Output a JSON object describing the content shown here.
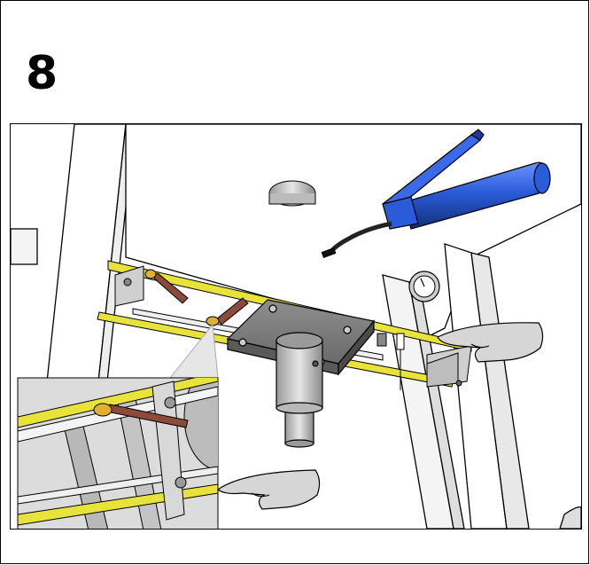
{
  "step": {
    "number": "8"
  },
  "figure": {
    "main_view": [
      "press-frame",
      "grease-gun",
      "pressure-gauge",
      "bolster-plate",
      "ram-cylinder",
      "yellow-rails",
      "grease-brush",
      "hand"
    ],
    "detail_view": [
      "grease-brush",
      "yellow-rails",
      "hand"
    ],
    "colors": {
      "frame_line": "#000000",
      "rail_yellow": "#e8e33a",
      "grease_gun_blue": "#2a5bd8",
      "brush_handle": "#8b4a3a",
      "brush_tip": "#e0b030",
      "steel_dark": "#7a7a7a",
      "steel_light": "#d0d0d0",
      "hand_gray": "#d6d6d6",
      "detail_bg": "#dcdcdc"
    }
  }
}
